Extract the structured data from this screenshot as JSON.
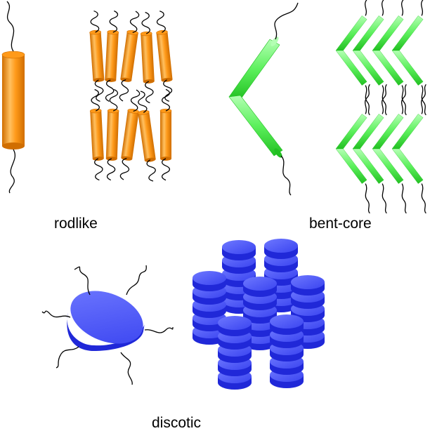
{
  "labels": {
    "rodlike": "rodlike",
    "bent_core": "bent-core",
    "discotic": "discotic"
  },
  "colors": {
    "rod_light": "#ffc060",
    "rod_mid": "#ff9a1a",
    "rod_dark": "#d06e00",
    "bent_light": "#b4ffb4",
    "bent_mid": "#5cf05c",
    "bent_dark": "#22c022",
    "disc_top_light": "#6e78ff",
    "disc_top": "#3a44f0",
    "disc_side": "#2028d8",
    "chain": "#000000"
  }
}
